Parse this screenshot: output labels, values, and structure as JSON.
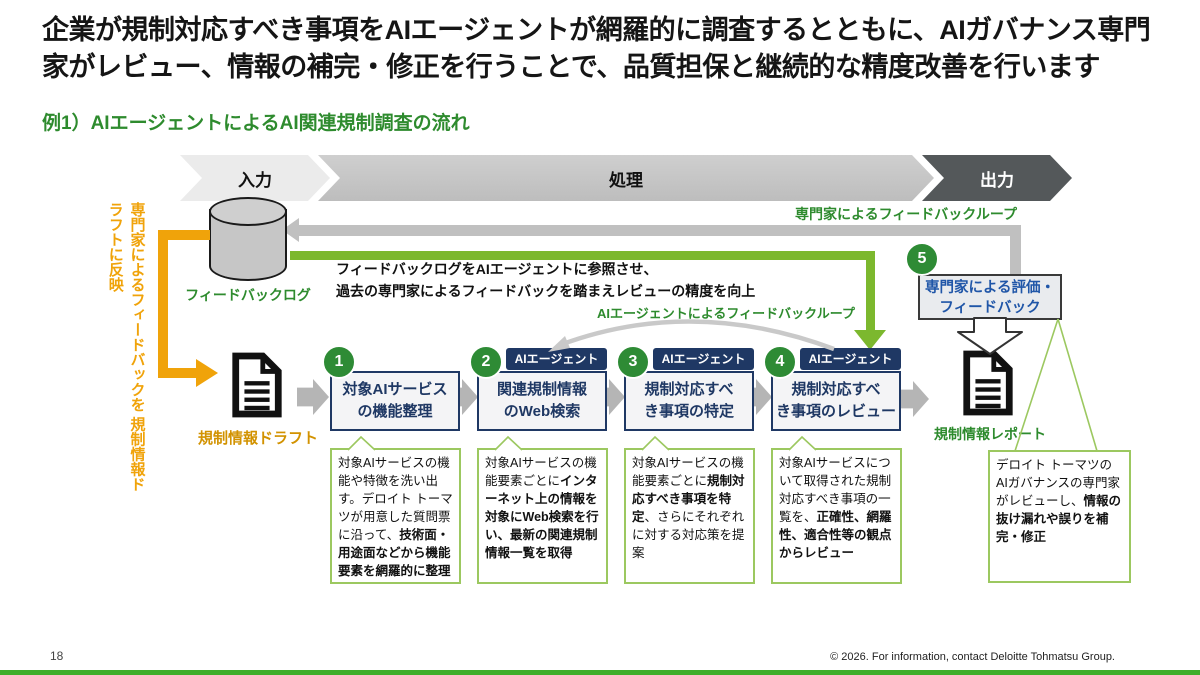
{
  "title": {
    "line1": "企業が規制対応すべき事項をAIエージェントが網羅的に調査するとともに、AIガバナンス専門",
    "line2": "家がレビュー、情報の補完・修正を行うことで、品質担保と継続的な精度改善を行います"
  },
  "subtitle": "例1）AIエージェントによるAI関連規制調査の流れ",
  "banner": {
    "input": "入力",
    "process": "処理",
    "output": "出力"
  },
  "feedback": {
    "expert_loop_label": "専門家によるフィードバックループ",
    "agent_loop_label": "AIエージェントによるフィードバックループ",
    "note_line1": "フィードバックログをAIエージェントに参照させ、",
    "note_line2": "過去の専門家によるフィードバックを踏まえレビューの精度を向上",
    "db_label": "フィードバックログ",
    "vertical_note_col1": "専門家によるフィードバックを",
    "vertical_note_col2": "規制情報ドラフトに反映"
  },
  "documents": {
    "draft_label": "規制情報ドラフト",
    "report_label": "規制情報レポート"
  },
  "agent_tag": "AIエージェント",
  "steps": [
    {
      "num": "1",
      "title_line1": "対象AIサービス",
      "title_line2": "の機能整理",
      "desc": [
        {
          "t": "対象AIサービスの機能や特徴を洗い出す。デロイト トーマツが用意した質問票に沿って、"
        },
        {
          "t": "技術面・用途面などから機能要素を網羅的に整理"
        }
      ]
    },
    {
      "num": "2",
      "title_line1": "関連規制情報",
      "title_line2": "のWeb検索",
      "desc": [
        {
          "t": "対象AIサービスの機能要素ごとに"
        },
        {
          "t": "インターネット上の情報を対象にWeb検索を行い、最新の関連規制情報一覧を取得"
        }
      ]
    },
    {
      "num": "3",
      "title_line1": "規制対応すべ",
      "title_line2": "き事項の特定",
      "desc": [
        {
          "t": "対象AIサービスの機能要素ごとに"
        },
        {
          "t": "規制対応すべき事項を特定"
        },
        {
          "t": "、さらにそれぞれに対する対応策を提案"
        }
      ]
    },
    {
      "num": "4",
      "title_line1": "規制対応すべ",
      "title_line2": "き事項のレビュー",
      "desc": [
        {
          "t": "対象AIサービスについて取得された規制対応すべき事項の一覧を、"
        },
        {
          "t": "正確性、網羅性、適合性等の観点からレビュー"
        }
      ]
    },
    {
      "num": "5",
      "title_line1": "専門家による評価・",
      "title_line2": "フィードバック",
      "desc": [
        {
          "t": "デロイト トーマツのAIガバナンスの専門家がレビューし、"
        },
        {
          "t": "情報の抜け漏れや誤りを補完・修正"
        }
      ]
    }
  ],
  "footer": {
    "page": "18",
    "copyright": "© 2026. For information, contact Deloitte Tohmatsu Group."
  },
  "colors": {
    "accent_green": "#2E8B2E",
    "lime_green": "#7CB82E",
    "navy": "#1F3864",
    "orange": "#F0A30A",
    "dark_gray": "#54585A"
  }
}
